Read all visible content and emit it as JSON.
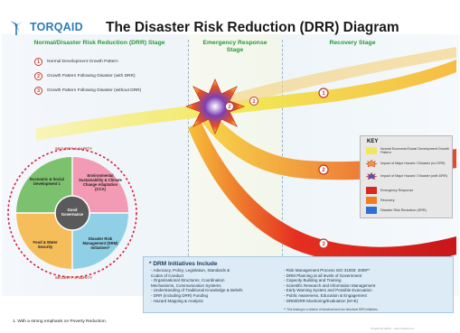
{
  "header": {
    "logo_text": "TORQAID",
    "title": "The Disaster Risk Reduction (DRR) Diagram"
  },
  "stages": {
    "normal": "Normal/Disaster Risk Reduction (DRR) Stage",
    "emergency_line1": "Emergency Response",
    "emergency_line2": "Stage",
    "recovery": "Recovery Stage"
  },
  "growth_patterns": [
    {
      "num": "1",
      "label": "Normal Development Growth Pattern"
    },
    {
      "num": "2",
      "label": "Growth Pattern Following Disaster (with DRR)"
    },
    {
      "num": "3",
      "label": "Growth Pattern Following Disaster (without DRR)"
    }
  ],
  "path_markers": [
    "1",
    "2",
    "3"
  ],
  "center_marker": "2",
  "circle": {
    "security_top": "SECURITY & SAFETY",
    "security_bottom": "SECURITY & SAFETY",
    "center": "Good Governance",
    "quadrants": {
      "economic": "Economic & Social Development 1",
      "environment": "Environmental Sustainability & Climate Change Adaptation (CCA)",
      "food": "Food & Water Security",
      "drm": "Disaster Risk Management (DRM) Initiatives*"
    },
    "colors": {
      "economic": "#7cc26e",
      "environment": "#f39ab5",
      "food": "#f6be5a",
      "drm": "#8fd0e6",
      "center": "#666666",
      "border": "#d4213d"
    }
  },
  "key": {
    "title": "KEY",
    "items": [
      {
        "label": "Normal Economic/Social Development Growth Pattern",
        "color": "#f2e65c"
      },
      {
        "label": "Impact of Major Hazard / Disaster (no DRR)",
        "color": "#f29a2e"
      },
      {
        "label": "Impact of Major Hazard / Disaster (with DRR)",
        "color": "#5a4fb8"
      },
      {
        "label": "Emergency Response",
        "color": "#d62a1f"
      },
      {
        "label": "Recovery",
        "color": "#f27d20"
      },
      {
        "label": "Disaster Risk Reduction (DRR)",
        "color": "#2f6fd1"
      }
    ]
  },
  "initiatives": {
    "title": "* DRM Initiatives Include",
    "left": [
      "- Advocacy, Policy, Legislation, Standards &",
      "  Codes of Conduct",
      "- Organisational Structures, Coordination",
      "  Mechanisms, Communication Systems",
      "- Understanding of Traditional Knowledge & Beliefs",
      "- DRR (including DRR) Funding",
      "- Hazard Mapping & Analysis"
    ],
    "right": [
      "- Risk Management Process ISO 31000: 2009**",
      "- DRM Planning at all levels of Government",
      "- Capacity Building and Training",
      "- Scientific Research and Information Management",
      "- Early Warning System and Possible Evacuation",
      "- Public Awareness, Education & Engagement",
      "- DRM/DRR Monitoring/Evaluation (M+E)"
    ],
    "note": "** This leading to a mixture of structural and non structural DRR initiatives"
  },
  "footnote": "1. With a strong emphasis on Poverty Reduction.",
  "credit": "TorqAid Ltd (2012) – www.TorqAid.com"
}
